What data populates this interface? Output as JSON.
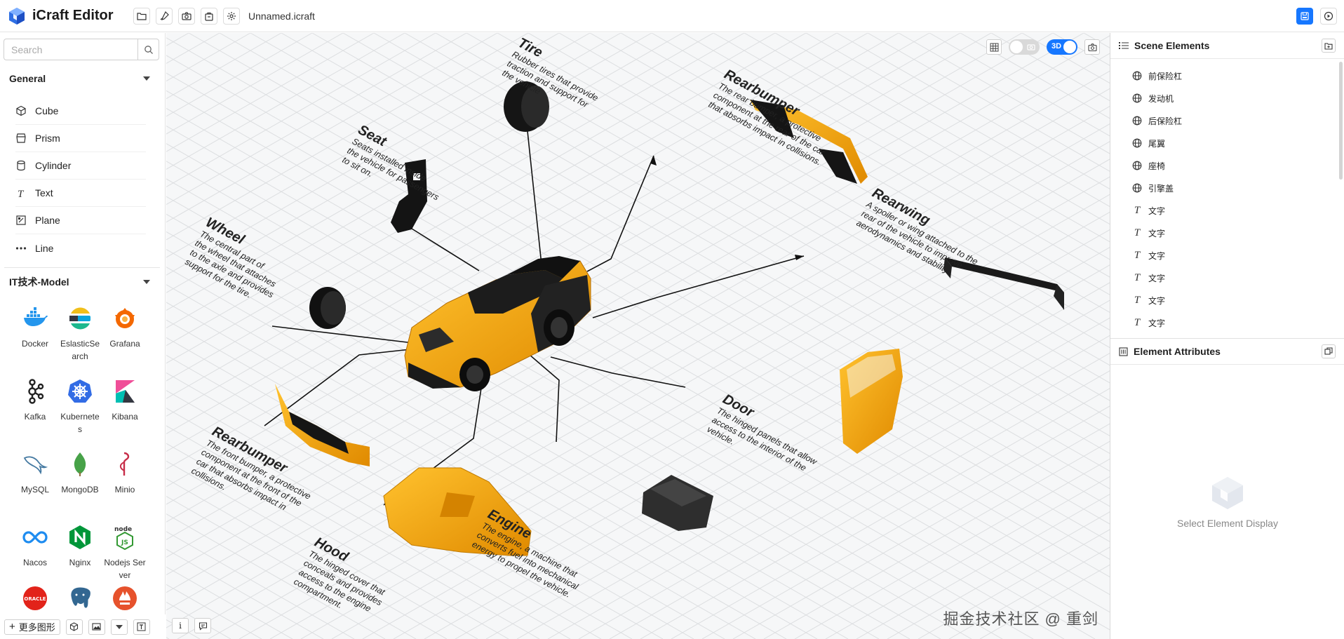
{
  "app": {
    "title": "iCraft Editor",
    "filename": "Unnamed.icraft"
  },
  "toolbar": {
    "icons": [
      "folder-icon",
      "brush-icon",
      "camera-icon",
      "bag-icon",
      "gear-icon"
    ],
    "right_icons": [
      "save-icon",
      "play-icon"
    ]
  },
  "sidebar": {
    "search": {
      "placeholder": "Search",
      "value": ""
    },
    "general": {
      "title": "General",
      "items": [
        {
          "label": "Cube",
          "icon": "cube-icon"
        },
        {
          "label": "Prism",
          "icon": "prism-icon"
        },
        {
          "label": "Cylinder",
          "icon": "cylinder-icon"
        },
        {
          "label": "Text",
          "icon": "text-icon"
        },
        {
          "label": "Plane",
          "icon": "plane-icon"
        },
        {
          "label": "Line",
          "icon": "line-icon"
        }
      ]
    },
    "it_models": {
      "title": "IT技术-Model",
      "items": [
        {
          "label": "Docker",
          "icon": "docker-icon",
          "color": "#2496ed"
        },
        {
          "label": "EslasticSearch",
          "icon": "elasticsearch-icon",
          "color": "#00bfb3"
        },
        {
          "label": "Grafana",
          "icon": "grafana-icon",
          "color": "#f46800"
        },
        {
          "label": "Kafka",
          "icon": "kafka-icon",
          "color": "#222222"
        },
        {
          "label": "Kubernetes",
          "icon": "kubernetes-icon",
          "color": "#326ce5"
        },
        {
          "label": "Kibana",
          "icon": "kibana-icon",
          "color": "#e8478b"
        },
        {
          "label": "MySQL",
          "icon": "mysql-icon",
          "color": "#4479a1"
        },
        {
          "label": "MongoDB",
          "icon": "mongodb-icon",
          "color": "#47a248"
        },
        {
          "label": "Minio",
          "icon": "minio-icon",
          "color": "#c72e49"
        },
        {
          "label": "Nacos",
          "icon": "nacos-icon",
          "color": "#1e8cf0"
        },
        {
          "label": "Nginx",
          "icon": "nginx-icon",
          "color": "#009639"
        },
        {
          "label": "Nodejs Server",
          "icon": "nodejs-icon",
          "color": "#339933"
        },
        {
          "label": "",
          "icon": "oracle-icon",
          "badge": "ORACLE",
          "color": "#e2231a"
        },
        {
          "label": "",
          "icon": "postgresql-icon",
          "color": "#336791"
        },
        {
          "label": "",
          "icon": "prometheus-icon",
          "color": "#e6522c"
        }
      ]
    },
    "bottom": {
      "more_label": "更多图形"
    }
  },
  "canvas": {
    "toggle_3d_label": "3D",
    "annotations": [
      {
        "id": "tire",
        "title": "Tire",
        "desc": "Rubber tires that provide\ntraction and support for\nthe vehicle"
      },
      {
        "id": "seat",
        "title": "Seat",
        "desc": "Seats installed inside\nthe vehicle for passengers\nto sit on."
      },
      {
        "id": "wheel",
        "title": "Wheel",
        "desc": "The central part of\nthe wheel that attaches\nto the axle and provides\nsupport for the tire."
      },
      {
        "id": "rearbumper",
        "title": "Rearbumper",
        "desc": "The rear bumper, a protective\ncomponent at the rear of the car\nthat absorbs impact in collisions."
      },
      {
        "id": "rearwing",
        "title": "Rearwing",
        "desc": "A spoiler or wing attached to the\nrear of the vehicle to improve\naerodynamics and stability."
      },
      {
        "id": "frontbumper",
        "title": "Rearbumper",
        "desc": "The front bumper, a protective\ncomponent at the front of the\ncar that absorbs impact in\ncollisions."
      },
      {
        "id": "door",
        "title": "Door",
        "desc": "The hinged panels that allow\naccess to the interior of the\nvehicle."
      },
      {
        "id": "engine",
        "title": "Engine",
        "desc": "The engine, a machine that\nconverts fuel into mechanical\nenergy to propel the vehicle."
      },
      {
        "id": "hood",
        "title": "Hood",
        "desc": "The hinged cover that\nconceals and provides\naccess to the engine\ncompartment."
      }
    ],
    "watermark": "掘金技术社区 @ 重剑"
  },
  "right_panel": {
    "scene_title": "Scene Elements",
    "scene_items": [
      {
        "label": "前保险杠",
        "icon": "globe-icon"
      },
      {
        "label": "发动机",
        "icon": "globe-icon"
      },
      {
        "label": "后保险杠",
        "icon": "globe-icon"
      },
      {
        "label": "尾翼",
        "icon": "globe-icon"
      },
      {
        "label": "座椅",
        "icon": "globe-icon"
      },
      {
        "label": "引擎盖",
        "icon": "globe-icon"
      },
      {
        "label": "文字",
        "icon": "text-icon"
      },
      {
        "label": "文字",
        "icon": "text-icon"
      },
      {
        "label": "文字",
        "icon": "text-icon"
      },
      {
        "label": "文字",
        "icon": "text-icon"
      },
      {
        "label": "文字",
        "icon": "text-icon"
      },
      {
        "label": "文字",
        "icon": "text-icon"
      }
    ],
    "attr_title": "Element Attributes",
    "empty_text": "Select Element Display"
  },
  "colors": {
    "accent": "#1677ff",
    "car_orange": "#f2a007",
    "grid": "#dadcde"
  }
}
